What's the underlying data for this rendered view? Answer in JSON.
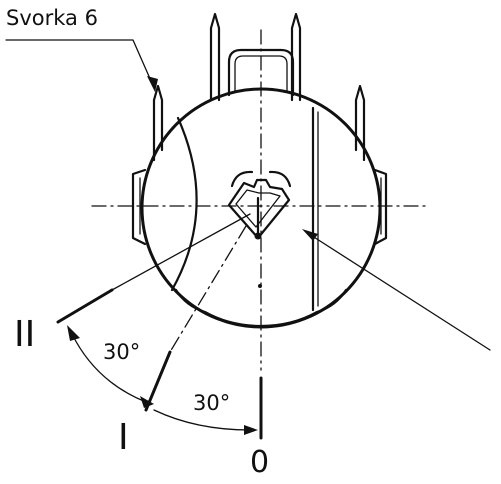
{
  "labels": {
    "part_label": "Svorka 6",
    "pos_ii": "II",
    "pos_i": "I",
    "pos_0": "0",
    "angle_upper": "30°",
    "angle_lower": "30°"
  }
}
